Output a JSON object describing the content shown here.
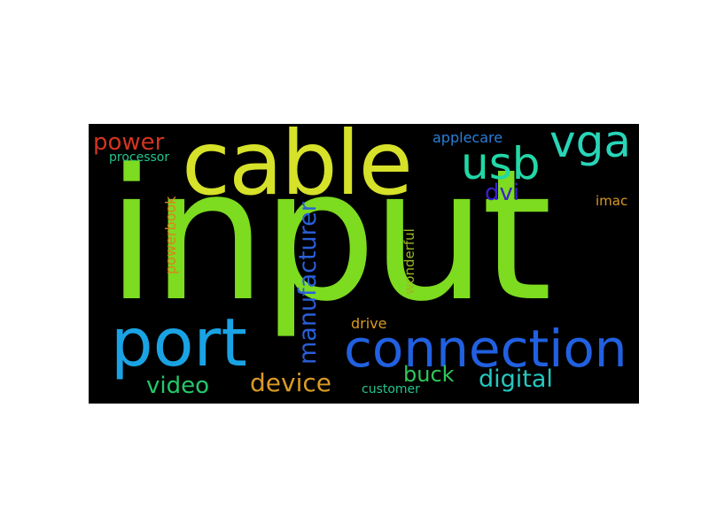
{
  "words": [
    {
      "key": "input",
      "text": "input",
      "color": "#7ddb20"
    },
    {
      "key": "cable",
      "text": "cable",
      "color": "#d6e12a"
    },
    {
      "key": "usb",
      "text": "usb",
      "color": "#21d8a6"
    },
    {
      "key": "vga",
      "text": "vga",
      "color": "#28d5b8"
    },
    {
      "key": "power",
      "text": "power",
      "color": "#d2341f"
    },
    {
      "key": "processor",
      "text": "processor",
      "color": "#23c48c"
    },
    {
      "key": "applecare",
      "text": "applecare",
      "color": "#2a7ed8"
    },
    {
      "key": "dvi",
      "text": "dvi",
      "color": "#3c1fd0"
    },
    {
      "key": "imac",
      "text": "imac",
      "color": "#d99a24"
    },
    {
      "key": "port",
      "text": "port",
      "color": "#1aa3e4"
    },
    {
      "key": "connection",
      "text": "connection",
      "color": "#2160e0"
    },
    {
      "key": "manufacturer",
      "text": "manufacturer",
      "color": "#2b5fd9"
    },
    {
      "key": "video",
      "text": "video",
      "color": "#23c86a"
    },
    {
      "key": "device",
      "text": "device",
      "color": "#d99a24"
    },
    {
      "key": "buck",
      "text": "buck",
      "color": "#2fc85a"
    },
    {
      "key": "digital",
      "text": "digital",
      "color": "#24c8c0"
    },
    {
      "key": "customer",
      "text": "customer",
      "color": "#23c48c"
    },
    {
      "key": "drive",
      "text": "drive",
      "color": "#d99a24"
    },
    {
      "key": "powerbook",
      "text": "powerbook",
      "color": "#d9821f"
    },
    {
      "key": "wonderful",
      "text": "wonderful",
      "color": "#9bb823"
    }
  ]
}
